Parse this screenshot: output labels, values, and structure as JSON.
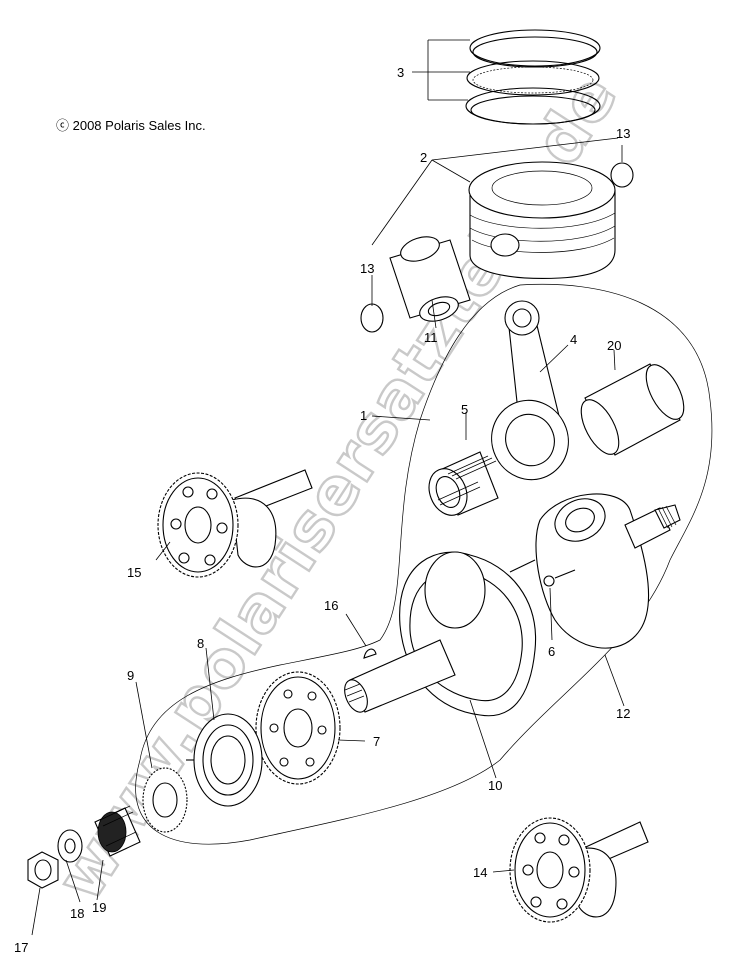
{
  "copyright": "ⓒ 2008 Polaris Sales Inc.",
  "watermark": "www.polarisersatzteile.de",
  "callouts": {
    "c1": "1",
    "c2": "2",
    "c3": "3",
    "c4": "4",
    "c5": "5",
    "c6": "6",
    "c7": "7",
    "c8": "8",
    "c9": "9",
    "c10": "10",
    "c11": "11",
    "c12": "12",
    "c13a": "13",
    "c13b": "13",
    "c14": "14",
    "c15": "15",
    "c16": "16",
    "c17": "17",
    "c18": "18",
    "c19": "19",
    "c20": "20"
  }
}
